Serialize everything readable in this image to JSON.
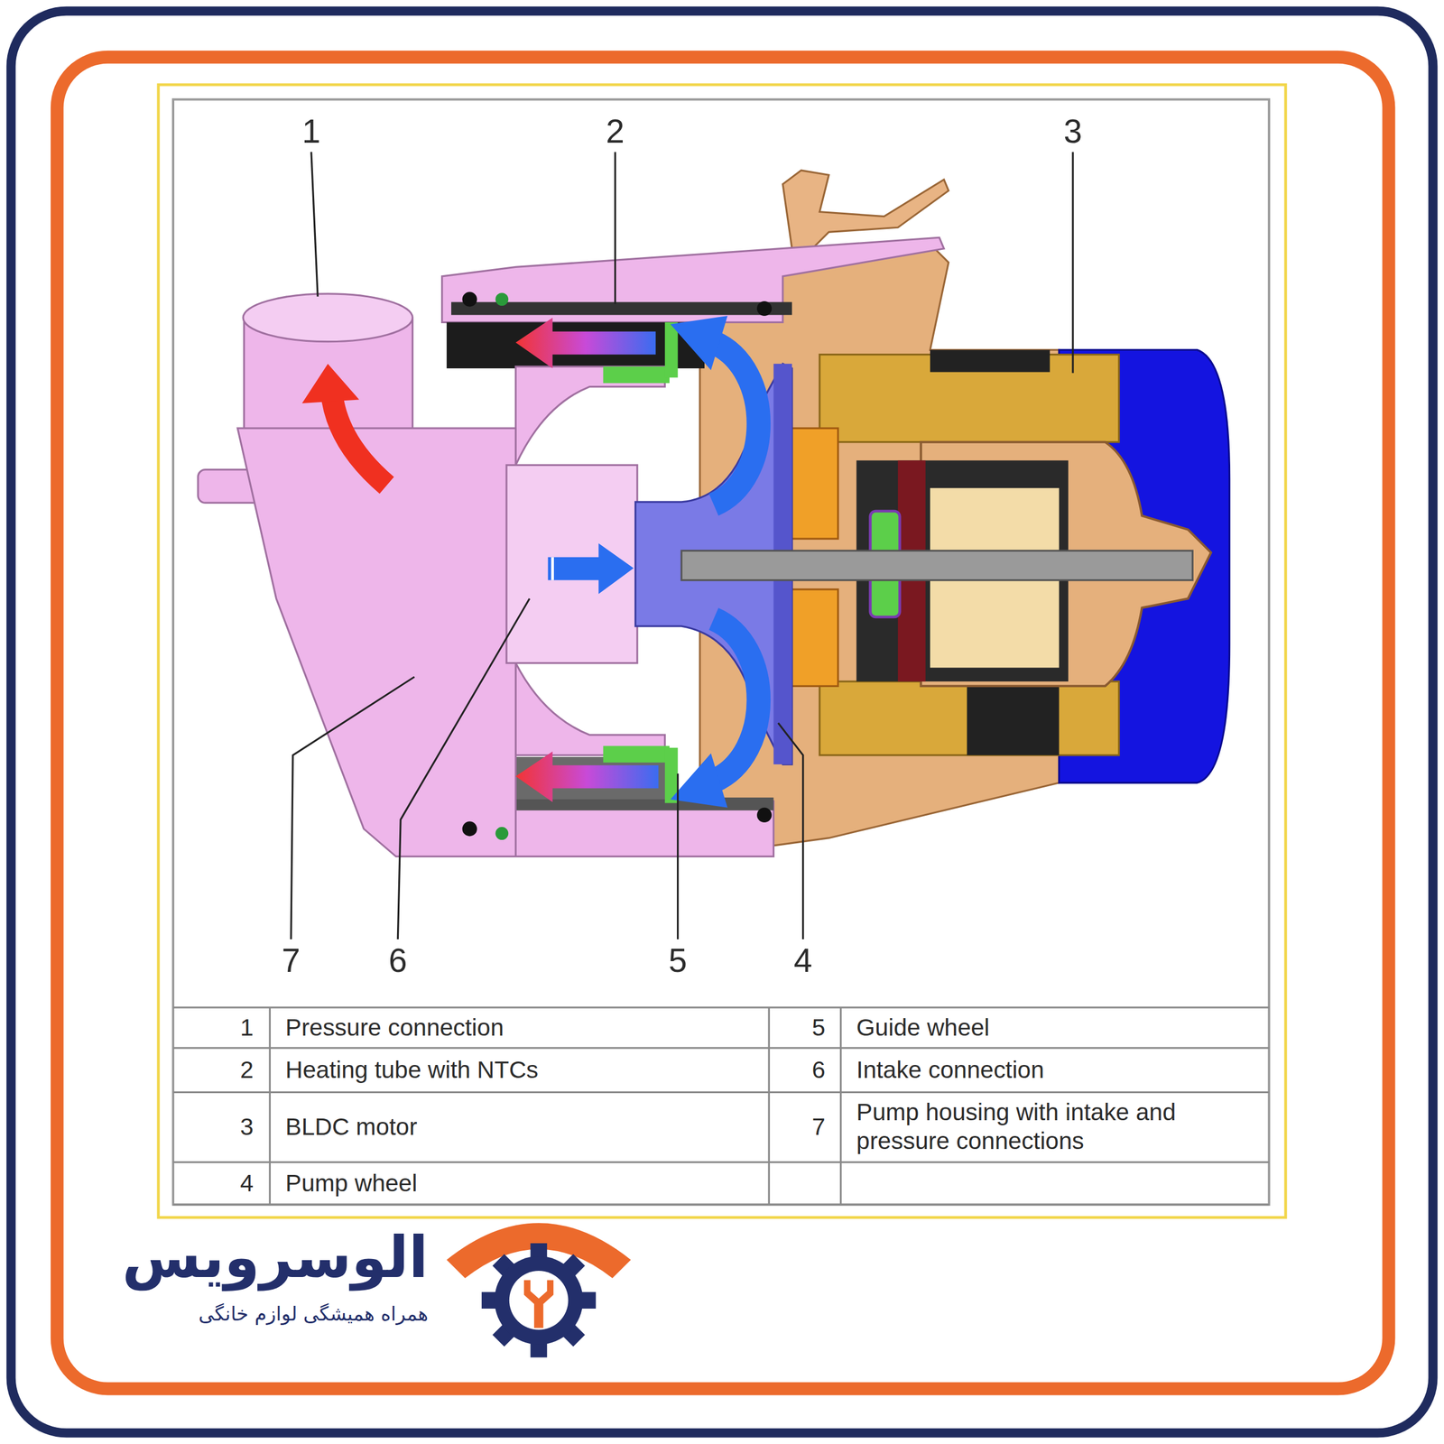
{
  "diagram": {
    "labels": [
      "1",
      "2",
      "3",
      "7",
      "6",
      "5",
      "4",
      "1",
      "Pressure connection",
      "5",
      "Guide wheel",
      "2",
      "Heating tube with NTCs",
      "6",
      "Intake connection",
      "3",
      "BLDC motor",
      "7",
      "Pump housing with intake and pressure connections",
      "4",
      "Pump wheel",
      "الوسرویس",
      "همراه همیشگی لوازم خانگی"
    ]
  }
}
